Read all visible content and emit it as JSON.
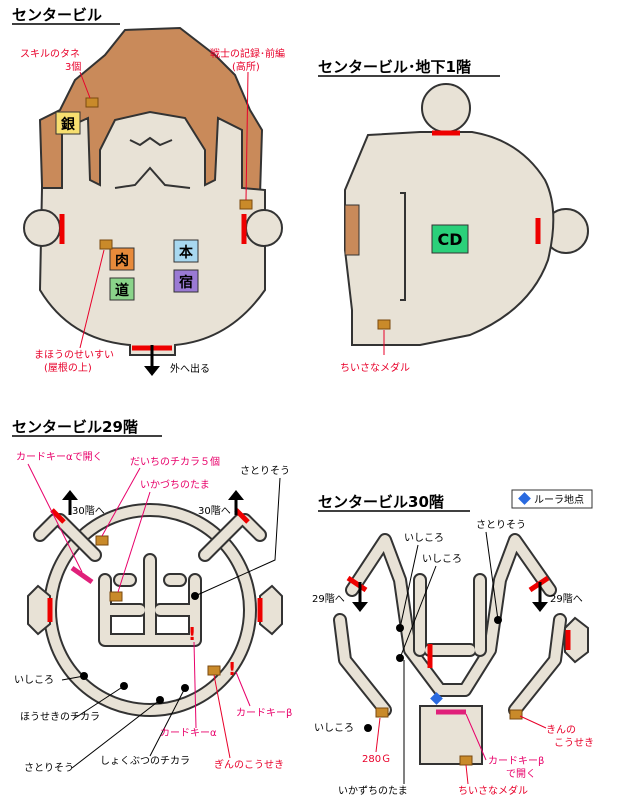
{
  "titles": {
    "center_building": "センタービル",
    "basement": "センタービル･地下1階",
    "floor29": "センタービル29階",
    "floor30": "センタービル30階"
  },
  "legend": {
    "rura_point": "ルーラ地点",
    "rura_color": "#2a6ae0"
  },
  "center_building": {
    "skill_seed": "スキルのタネ",
    "skill_seed_count": "3個",
    "warrior_record": "戦士の記録･前編",
    "warrior_record_note": "(高所)",
    "shops": {
      "silver": "銀",
      "meat": "肉",
      "road": "道",
      "book": "本",
      "inn": "宿"
    },
    "magic_water": "まほうのせいすい",
    "magic_water_note": "(屋根の上)",
    "exit": "外へ出る"
  },
  "basement": {
    "cd": "CD",
    "small_medal": "ちいさなメダル"
  },
  "floor29": {
    "card_key_alpha_open": "カードキーαで開く",
    "power_seed": "だいちのチカラ５個",
    "thunder_ball": "いかづちのたま",
    "satori": "さとりそう",
    "to30_left": "30階へ",
    "to30_right": "30階へ",
    "stone": "いしころ",
    "treasure_power": "ほうせきのチカラ",
    "plant_power": "しょくぶつのチカラ",
    "satori2": "さとりそう",
    "card_key_alpha": "カードキーα",
    "card_key_beta": "カードキーβ",
    "silver_ore": "ぎんのこうせき"
  },
  "floor30": {
    "stone1": "いしころ",
    "stone2": "いしころ",
    "satori": "さとりそう",
    "to29_left": "29階へ",
    "to29_right": "29階へ",
    "stone3": "いしころ",
    "gold": "280Ｇ",
    "thunder_ball": "いかずちのたま",
    "card_key_beta_open": "カードキーβ",
    "card_key_beta_open2": "で開く",
    "gold_ore": "きんの",
    "gold_ore2": "こうせき",
    "small_medal": "ちいさなメダル"
  },
  "colors": {
    "shop_silver": "#f7df70",
    "shop_meat": "#e88a3a",
    "shop_road": "#8ad48a",
    "shop_book": "#a8d8f0",
    "shop_inn": "#9a7ad4",
    "cd_box": "#2ad07a",
    "door": "#e00000",
    "card_gate": "#e0207a"
  }
}
